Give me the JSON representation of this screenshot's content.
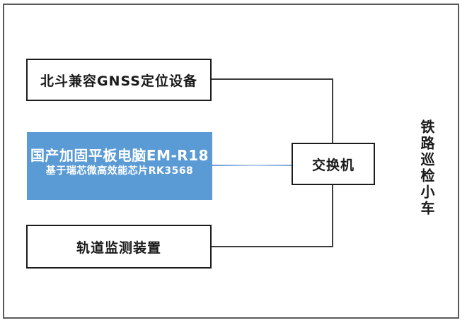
{
  "diagram": {
    "gnss_box": {
      "label": "北斗兼容GNSS定位设备"
    },
    "tablet_box": {
      "title": "国产加固平板电脑EM-R18",
      "subtitle": "基于瑞芯微高效能芯片RK3568"
    },
    "track_box": {
      "label": "轨道监测装置"
    },
    "switch_box": {
      "label": "交换机"
    },
    "side_label": "铁路巡检小车",
    "colors": {
      "accent_blue": "#5b9bd5",
      "blue_connector": "#7fa8d9",
      "box_border": "#1c1c1c",
      "connector": "#3d3d3d",
      "outer_border": "#5a5a5a"
    }
  }
}
